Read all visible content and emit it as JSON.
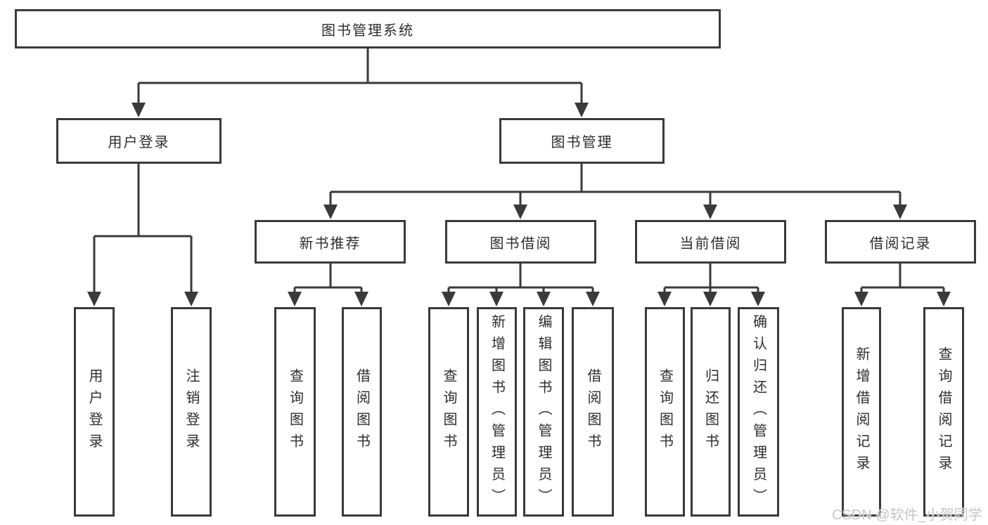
{
  "diagram": {
    "type": "hierarchy-tree",
    "root": {
      "label": "图书管理系统",
      "children": [
        {
          "label": "用户登录",
          "children": [
            {
              "label": "用户登录"
            },
            {
              "label": "注销登录"
            }
          ]
        },
        {
          "label": "图书管理",
          "children": [
            {
              "label": "新书推荐",
              "children": [
                {
                  "label": "查询图书"
                },
                {
                  "label": "借阅图书"
                }
              ]
            },
            {
              "label": "图书借阅",
              "children": [
                {
                  "label": "查询图书"
                },
                {
                  "label": "新增图书（管理员）"
                },
                {
                  "label": "编辑图书（管理员）"
                },
                {
                  "label": "借阅图书"
                }
              ]
            },
            {
              "label": "当前借阅",
              "children": [
                {
                  "label": "查询图书"
                },
                {
                  "label": "归还图书"
                },
                {
                  "label": "确认归还（管理员）"
                }
              ]
            },
            {
              "label": "借阅记录",
              "children": [
                {
                  "label": "新增借阅记录"
                },
                {
                  "label": "查询借阅记录"
                }
              ]
            }
          ]
        }
      ]
    }
  },
  "watermark": {
    "text": "CSDN @软件_小贺同学"
  },
  "colors": {
    "line": "#3a3a3a",
    "text": "#2d2d2d",
    "background": "#ffffff",
    "watermark": "#c6c6c6"
  }
}
